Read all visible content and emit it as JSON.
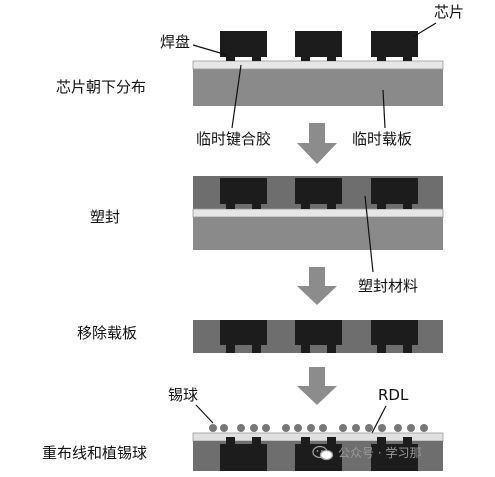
{
  "stage_labels": {
    "step1": "芯片朝下分布",
    "step2": "塑封",
    "step3": "移除载板",
    "step4": "重布线和植锡球"
  },
  "callouts": {
    "chip": "芯片",
    "pad": "焊盘",
    "temp_bond_glue": "临时键合胶",
    "temp_carrier": "临时载板",
    "mold_material": "塑封材料",
    "solder_ball": "锡球",
    "rdl": "RDL"
  },
  "watermark": {
    "text": "公众号 · 学习那"
  },
  "colors": {
    "carrier": "#8a8a8a",
    "glue": "#e6e6e6",
    "chip": "#1c1c1c",
    "mold": "#6e6e6e",
    "arrow": "#8c8c8c",
    "ball": "#777777"
  }
}
